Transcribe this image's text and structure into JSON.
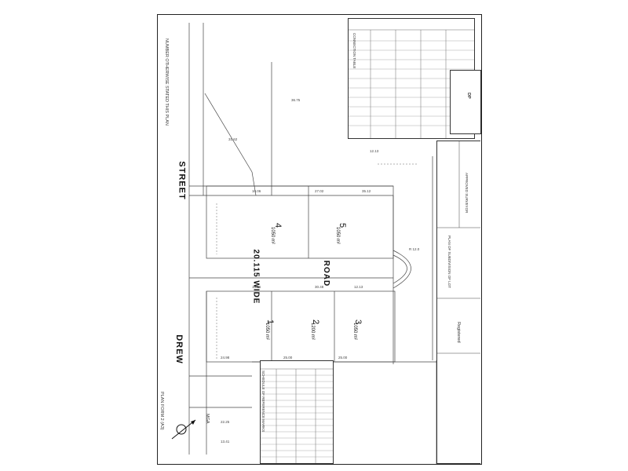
{
  "plan": {
    "top_note": "NUMBER OTHERWISE STATED THIS PLAN",
    "left_note": "PLAN FORM 2 (A3)",
    "streets": {
      "drew_left": "DREW",
      "drew_right": "STREET",
      "road_width": "20.115 WIDE",
      "road_name": "ROAD"
    },
    "lots": [
      {
        "num": "1",
        "area": "1050 m²"
      },
      {
        "num": "2",
        "area": "1200 m²"
      },
      {
        "num": "3",
        "area": "1050 m²"
      },
      {
        "num": "4",
        "area": "1050 m²"
      },
      {
        "num": "5",
        "area": "1050 m²"
      }
    ],
    "mga_label": "MGA",
    "schedule_title": "SCHEDULE OF REFERENCE MARKS",
    "connection_title": "CONNECTION TABLE",
    "title_block": {
      "plan_of": "PLAN OF SUBDIVISION OF LOT",
      "registered": "Registered",
      "dp": "DP",
      "surveyor": "APPROVED SURVEYOR"
    }
  }
}
